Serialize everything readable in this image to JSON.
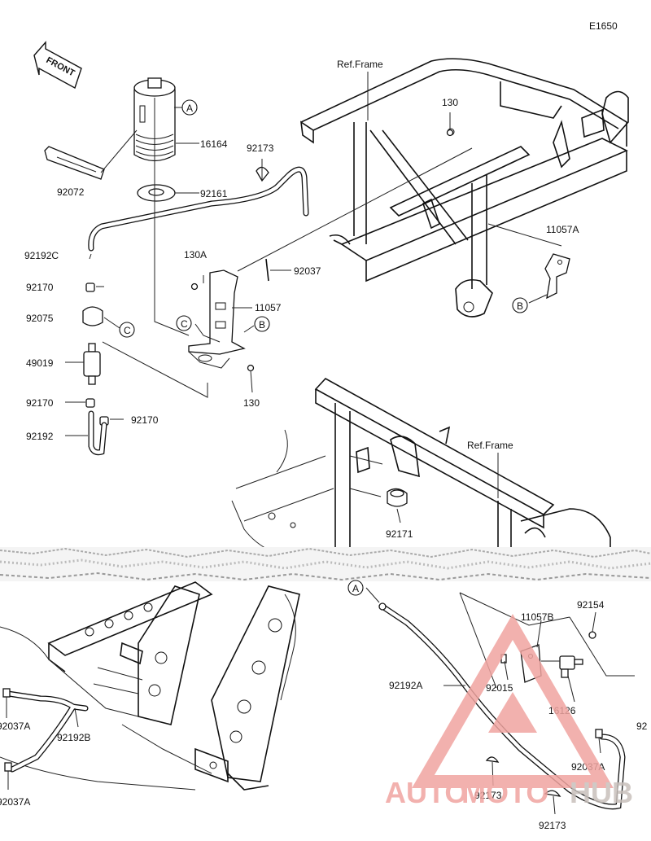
{
  "diagram_id": "E1650",
  "front_label": "FRONT",
  "ref_frame_top": "Ref.Frame",
  "ref_frame_mid": "Ref.Frame",
  "callouts": {
    "A": "A",
    "B": "B",
    "C": "C"
  },
  "parts": {
    "p16164": "16164",
    "p92173a": "92173",
    "p92072": "92072",
    "p92161": "92161",
    "p92192C": "92192C",
    "p130a": "130",
    "p130A": "130A",
    "p92037": "92037",
    "p92170a": "92170",
    "p11057": "11057",
    "p92075": "92075",
    "p49019": "49019",
    "p130b": "130",
    "p92170b": "92170",
    "p92170c": "92170",
    "p92192": "92192",
    "p11057A": "11057A",
    "p92171": "92171",
    "p11057B": "11057B",
    "p92154": "92154",
    "p92192A": "92192A",
    "p92015": "92015",
    "p16126": "16126",
    "p92037A_l1": "92037A",
    "p92192B": "92192B",
    "p92037A_l2": "92037A",
    "p92037A_r": "92037A",
    "p92173b": "92173",
    "p92173c": "92173",
    "p92_cut": "92"
  },
  "watermark": {
    "left": "AUTO",
    "middle": "MOTO",
    "right": "HUB",
    "accent": "#f0a4a0",
    "dark": "#e8e0dc"
  }
}
